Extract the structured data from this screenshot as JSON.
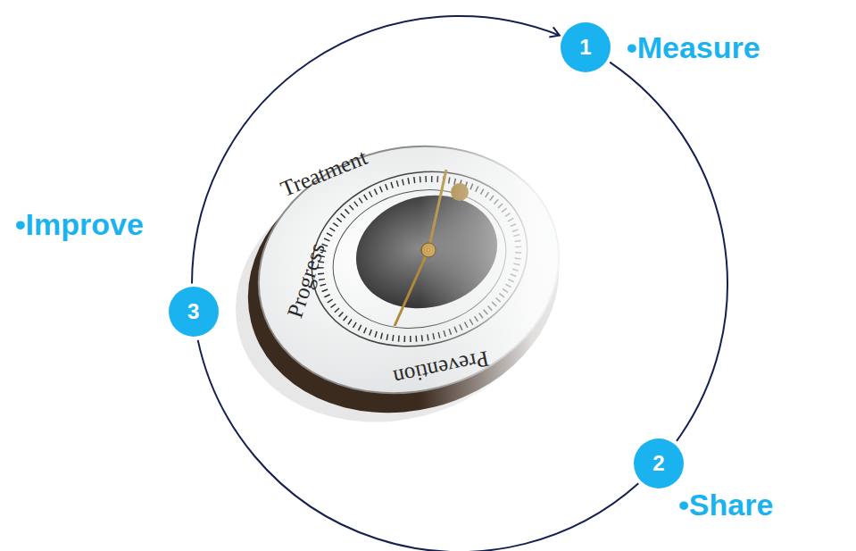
{
  "diagram": {
    "nodes": [
      {
        "text": [
          "1",
          "•Measure"
        ]
      },
      {
        "text": [
          "2",
          "•Share"
        ]
      },
      {
        "text": [
          "3",
          "•Improve"
        ]
      }
    ],
    "edges": [
      {
        "from": 0,
        "to": 1,
        "arrow": "none"
      },
      {
        "from": 1,
        "to": 2,
        "arrow": "none"
      },
      {
        "from": 2,
        "to": 0,
        "arrow": "to"
      }
    ],
    "labels": [
      "Treatment",
      "Progress",
      "Prevention"
    ]
  }
}
